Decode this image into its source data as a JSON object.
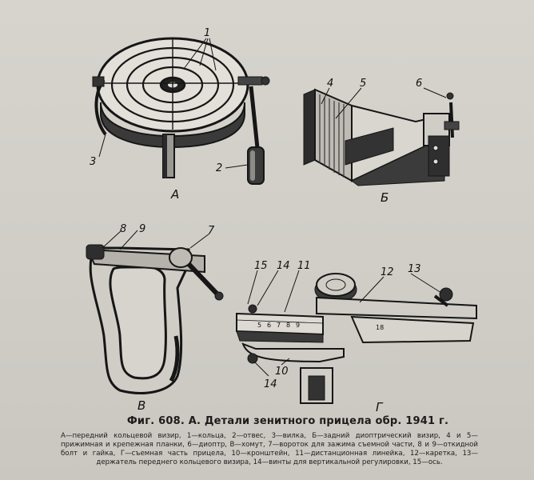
{
  "figure": {
    "labels": {
      "ring_marker": "1",
      "plumb": "2",
      "fork": "3",
      "plank_4": "4",
      "plank_5": "5",
      "diopter": "6",
      "collar_knob": "7",
      "bolt": "8",
      "nut": "9",
      "bracket": "10",
      "range_bar": "11",
      "carriage": "12",
      "holder": "13",
      "screw_14_top": "14",
      "screw_14_bottom": "14",
      "axis": "15",
      "part_A": "А",
      "part_B": "Б",
      "part_V": "В",
      "part_G": "Г"
    },
    "scale_numbers": [
      "5",
      "6",
      "7",
      "8",
      "9"
    ],
    "carriage_mark": "18"
  },
  "caption": "Фиг. 608. А. Детали зенитного прицела обр. 1941 г.",
  "legend": "А—передний кольцевой визир, 1—кольца, 2—отвес, 3—вилка, Б—задний диоптрический визир, 4 и 5—прижимная и крепежная планки, 6—диоптр, В—хомут, 7—вороток для зажима съемной части, 8 и 9—откидной болт и гайка, Г—съемная часть прицела, 10—кронштейн, 11—дистанционная линейка, 12—каретка, 13—держатель переднего кольцевого визира, 14—винты для вертикальной регулировки, 15—ось."
}
